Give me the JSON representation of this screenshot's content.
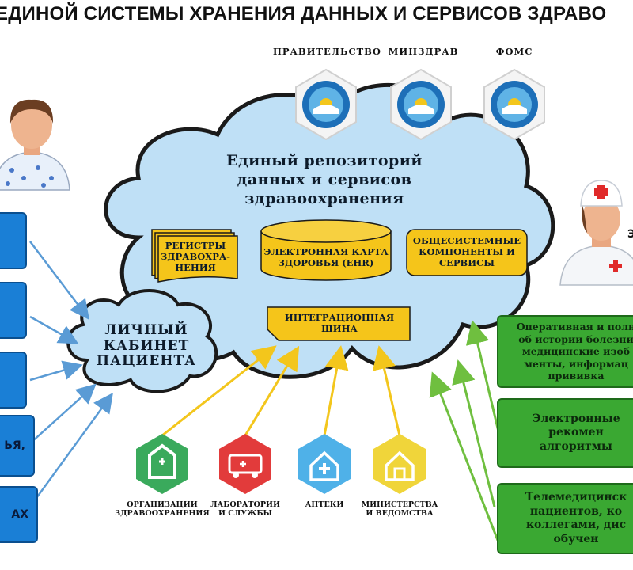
{
  "header": {
    "title": "ЕДИНОЙ СИСТЕМЫ ХРАНЕНИЯ ДАННЫХ И СЕРВИСОВ ЗДРАВО"
  },
  "seals": [
    {
      "label": "ПРАВИТЕЛЬСТВО",
      "icon": "kyrgyz-emblem-icon"
    },
    {
      "label": "МИНЗДРАВ",
      "icon": "kyrgyz-emblem-icon"
    },
    {
      "label": "ФОМС",
      "icon": "kyrgyz-emblem-icon"
    }
  ],
  "cloud": {
    "title": "Единый репозиторий\nданных и сервисов\nздравоохранения",
    "registries": "РЕГИСТРЫ\nЗДРАВОХРА-\nНЕНИЯ",
    "ehr": "ЭЛЕКТРОННАЯ КАРТА\nЗДОРОВЬЯ (EHR)",
    "components": "ОБЩЕСИСТЕМНЫЕ\nКОМПОНЕНТЫ И\nСЕРВИСЫ",
    "bus": "ИНТЕГРАЦИОННАЯ\nШИНА"
  },
  "patient_cabinet": {
    "label": "ЛИЧНЫЙ\nКАБИНЕТ\nПАЦИЕНТА"
  },
  "left_boxes": [
    {
      "text": ""
    },
    {
      "text": ""
    },
    {
      "text": ""
    },
    {
      "text": "ЬЯ,"
    },
    {
      "text": "АХ"
    }
  ],
  "doctor_label": "Э",
  "right_boxes": [
    {
      "text": "Оперативная и полн\nоб истории болезни\nмедицинские изоб\nменты, информац\nпрививка"
    },
    {
      "text": "Электронные\nрекомен\nалгоритмы"
    },
    {
      "text": "Телемедицинск\nпациентов, ко\nколлегами, дис\nобучен"
    }
  ],
  "organizations": [
    {
      "label": "ОРГАНИЗАЦИИ\nЗДРАВООХРАНЕНИЯ",
      "color": "#3aaa5c",
      "icon": "hospital-icon"
    },
    {
      "label": "ЛАБОРАТОРИИ\nИ СЛУЖБЫ",
      "color": "#e23b3b",
      "icon": "ambulance-icon"
    },
    {
      "label": "АПТЕКИ",
      "color": "#4fb1e8",
      "icon": "pharmacy-icon"
    },
    {
      "label": "МИНИСТЕРСТВА\nИ ВЕДОМСТВА",
      "color": "#f0d53a",
      "icon": "house-icon"
    }
  ],
  "colors": {
    "cloud_fill": "#bfe0f6",
    "cloud_stroke": "#1a1a1a",
    "yellow_box": "#f5c51a",
    "blue_box": "#1a7fd6",
    "green_box": "#3aa832",
    "arrow_blue": "#5a9bd5",
    "arrow_yellow": "#f3c61c",
    "arrow_green": "#6fbf3f"
  }
}
